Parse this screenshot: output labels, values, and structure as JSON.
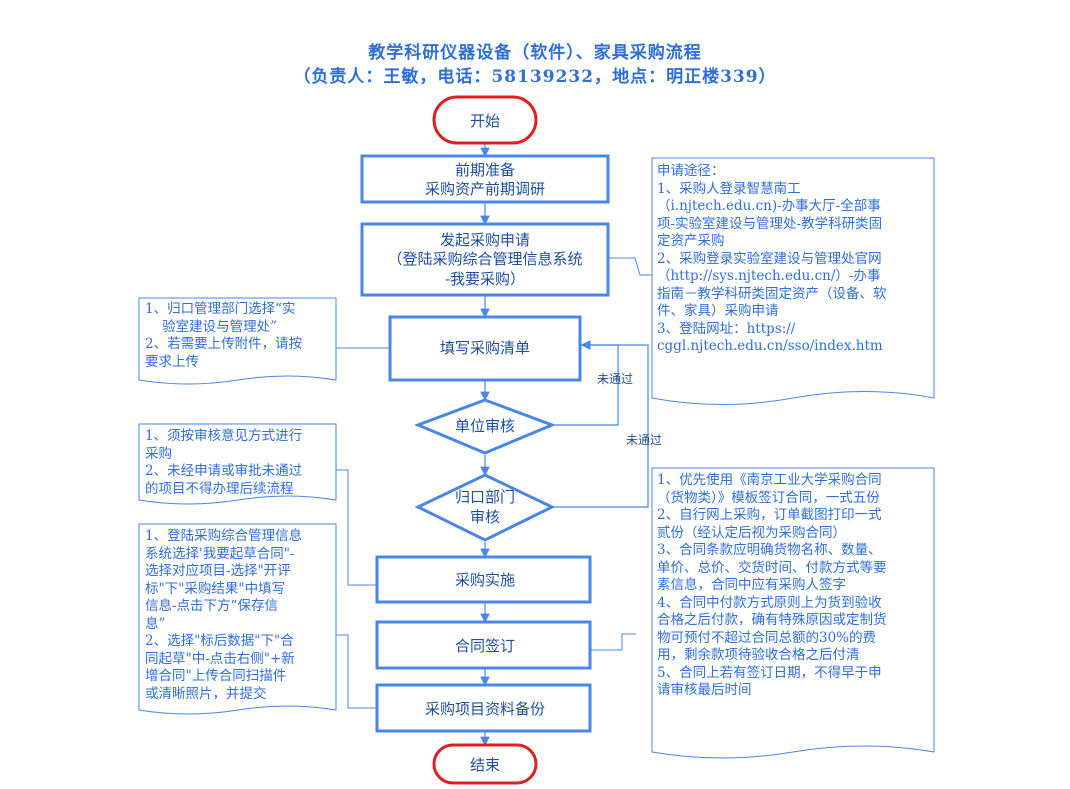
{
  "title": {
    "line1": "教学科研仪器设备（软件）、家具采购流程",
    "line2": "（负责人：王敏，电话：58139232，地点：明正楼339）"
  },
  "nodes": {
    "start": "开始",
    "prep_line1": "前期准备",
    "prep_line2": "采购资产前期调研",
    "apply_line1": "发起采购申请",
    "apply_line2": "（登陆采购综合管理信息系统",
    "apply_line3": "-我要采购）",
    "fill": "填写采购清单",
    "unit_review": "单位审核",
    "dept_review_line1": "归口部门",
    "dept_review_line2": "审核",
    "implement": "采购实施",
    "contract": "合同签订",
    "archive": "采购项目资料备份",
    "end": "结束"
  },
  "edge_labels": {
    "unit_reject": "未通过",
    "dept_reject": "未通过"
  },
  "notes": {
    "apply_route": [
      "申请途径：",
      "1、采购人登录智慧南工",
      "（i.njtech.edu.cn)-办事大厅-全部事",
      "项-实验室建设与管理处-教学科研类固",
      "定资产采购",
      "2、采购登录实验室建设与管理处官网",
      "（http://sys.njtech.edu.cn/）-办事",
      "指南－教学科研类固定资产（设备、软",
      "件、家具）采购申请",
      "3、登陆网址：https://",
      "cggl.njtech.edu.cn/sso/index.htm"
    ],
    "fill_tips": [
      "1、归口管理部门选择“实",
      "    验室建设与管理处”",
      "2、若需要上传附件，请按",
      "要求上传"
    ],
    "review_tips": [
      "1、须按审核意见方式进行",
      "采购",
      "2、未经申请或审批未通过",
      "的项目不得办理后续流程"
    ],
    "contract_system": [
      "1、登陆采购综合管理信息",
      "系统选择'我要起草合同\"-",
      "选择对应项目-选择\"开评",
      "标\"下\"采购结果\"中填写",
      "信息-点击下方“保存信",
      "息”",
      "2、选择\"标后数据\"下\"合",
      "同起草\"中-点击右侧\"+新",
      "增合同\"上传合同扫描件",
      "或清晰照片，并提交"
    ],
    "contract_rules": [
      "1、优先使用《南京工业大学采购合同",
      "（货物类）》模板签订合同，一式五份",
      "2、自行网上采购，订单截图打印一式",
      "贰份（经认定后视为采购合同）",
      "3、合同条款应明确货物名称、数量、",
      "单价、总价、交货时间、付款方式等要",
      "素信息，合同中应有采购人签字",
      "4、合同中付款方式原则上为货到验收",
      "合格之后付款，确有特殊原因或定制货",
      "物可预付不超过合同总额的30%的费",
      "用，剩余款项待验收合格之后付清",
      "5、合同上若有签订日期，不得早于申",
      "请审核最后时间"
    ]
  },
  "colors": {
    "box_border": "#4a86e8",
    "start_end_border": "#e02020",
    "text": "#1f4e9c",
    "note_text": "#2f6fd6"
  }
}
